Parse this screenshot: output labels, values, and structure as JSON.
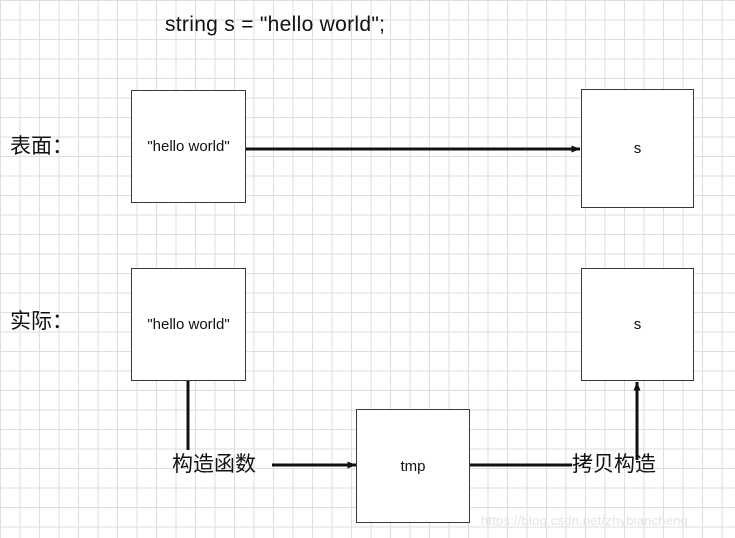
{
  "diagram": {
    "title": "string s = \"hello world\";",
    "rows": [
      {
        "label": "表面："
      },
      {
        "label": "实际："
      }
    ],
    "nodes": {
      "surface_literal": "\"hello world\"",
      "surface_var": "s",
      "actual_literal": "\"hello world\"",
      "actual_var": "s",
      "tmp": "tmp"
    },
    "edges": [
      {
        "label": "构造函数"
      },
      {
        "label": "拷贝构造"
      }
    ],
    "colors": {
      "grid": "#dedede",
      "stroke": "#111111",
      "box_border": "#3a3a3a",
      "text": "#111111",
      "watermark": "#e3e3e3",
      "background": "#ffffff"
    },
    "watermark": "https://blog.csdn.net/zhybiancheng"
  }
}
